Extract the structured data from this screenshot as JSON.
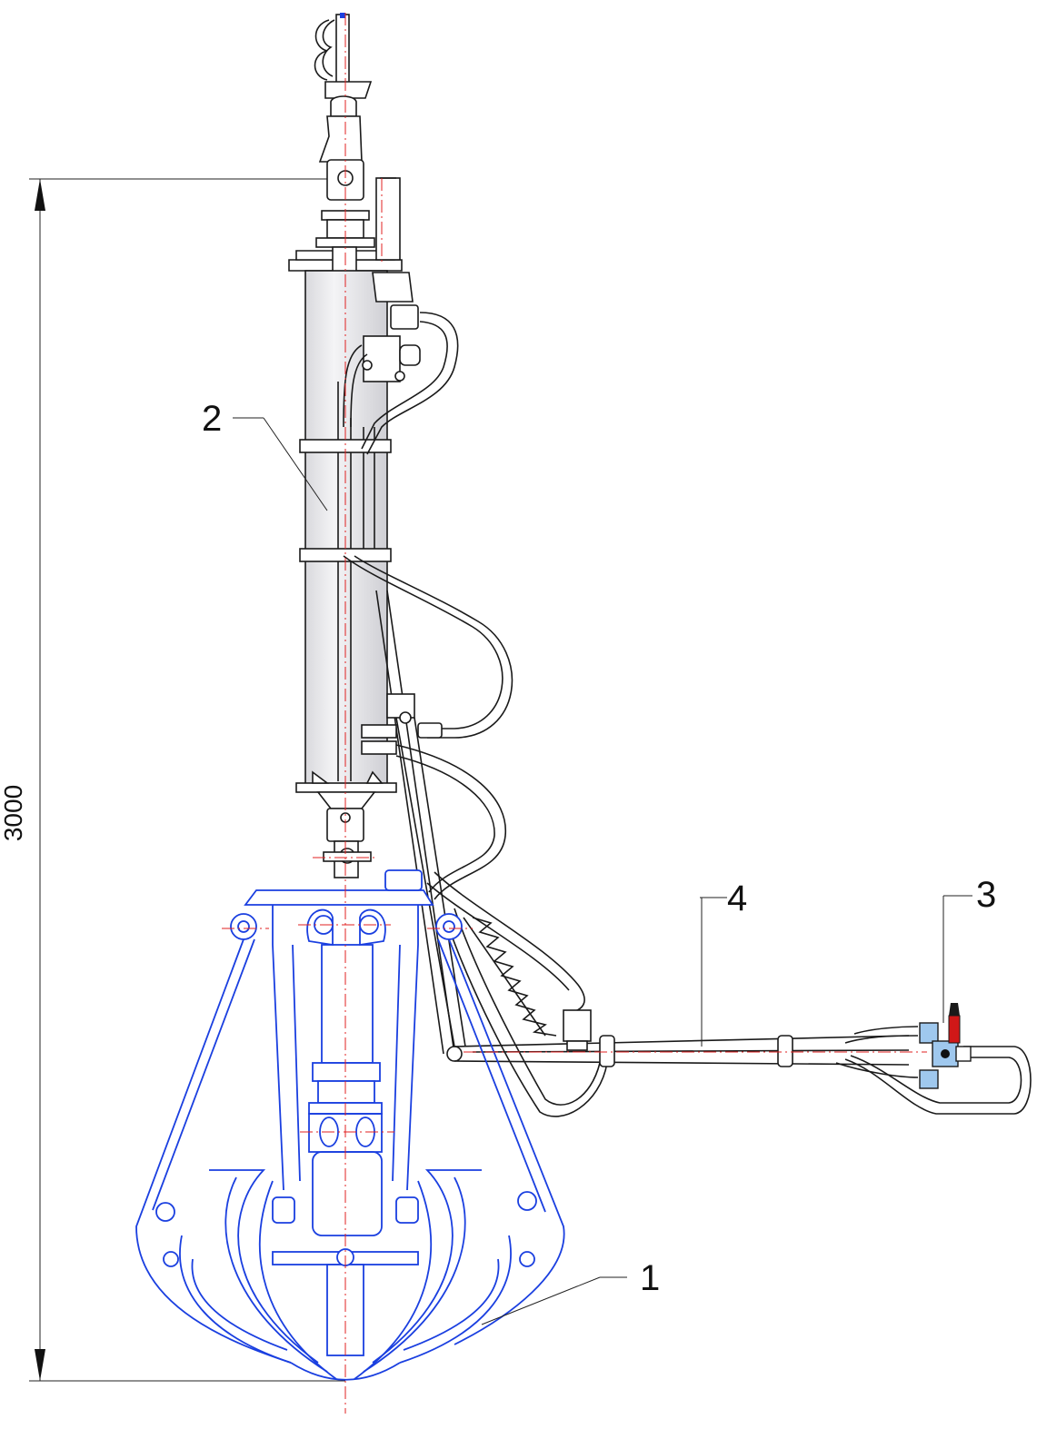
{
  "dimension": {
    "value": "3000"
  },
  "callouts": [
    {
      "id": "1",
      "text": "1"
    },
    {
      "id": "2",
      "text": "2"
    },
    {
      "id": "3",
      "text": "3"
    },
    {
      "id": "4",
      "text": "4"
    }
  ],
  "colors": {
    "grab": "#1a3fe0",
    "machinery": "#1a1a1a",
    "centerline": "#e02020",
    "cylinder_fill": "#e8e8ea",
    "valve_fill": "#9fc8ee",
    "handle": "#d01818"
  }
}
